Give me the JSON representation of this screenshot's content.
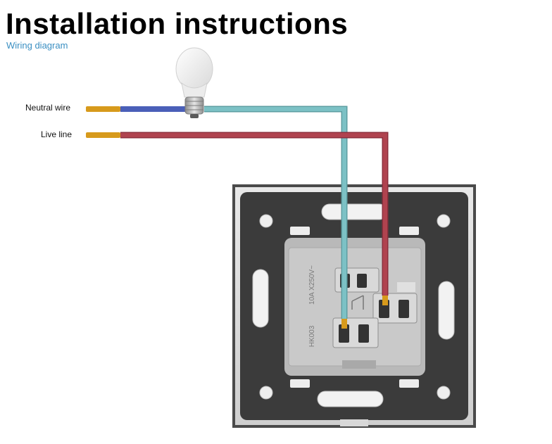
{
  "header": {
    "title": "Installation instructions",
    "subtitle": "Wiring diagram"
  },
  "wires": {
    "neutral_label": "Neutral wire",
    "live_label": "Live line"
  },
  "module": {
    "rating_text": "10A X250V~",
    "model_text": "HK003"
  },
  "colors": {
    "neutral": "#4a5fb8",
    "switched": "#6fb4b8",
    "live": "#a83c4c",
    "copper": "#d79a1c",
    "panel": "#3b3b3b",
    "module": "#c4c4c4",
    "subtitle": "#3a8fc2"
  }
}
